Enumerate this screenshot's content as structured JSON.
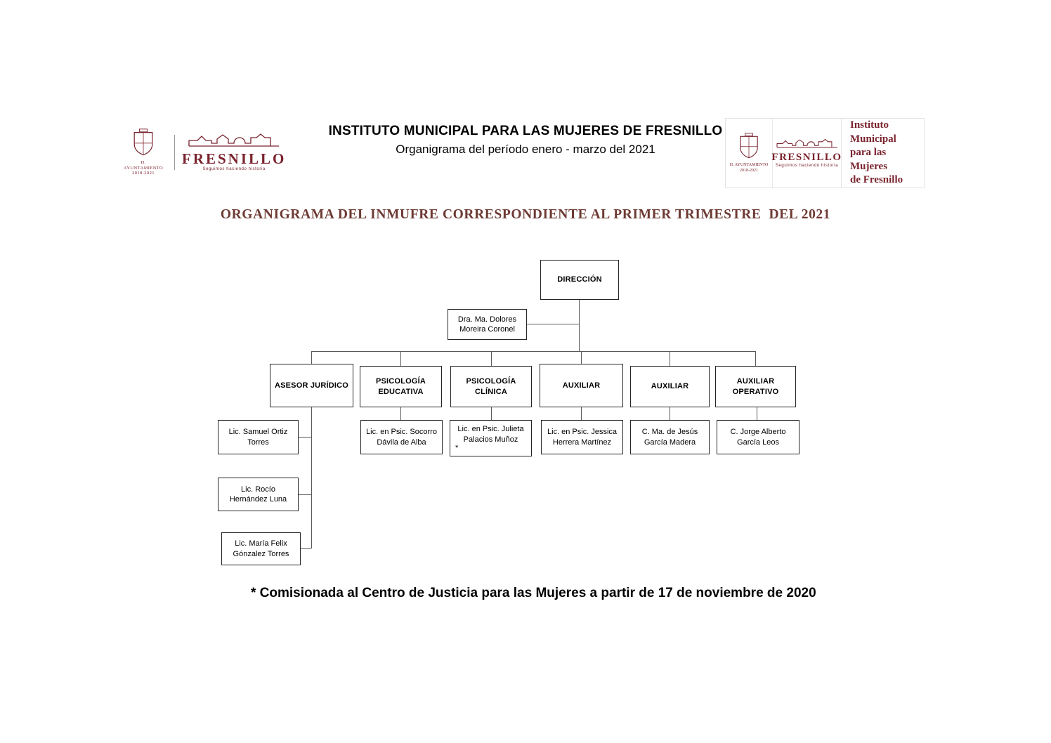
{
  "header": {
    "title": "INSTITUTO MUNICIPAL PARA LAS MUJERES DE FRESNILLO",
    "subtitle": "Organigrama del período enero - marzo del 2021"
  },
  "logos": {
    "ayuntamiento": {
      "line1": "H. AYUNTAMIENTO",
      "line2": "2018-2021"
    },
    "fresnillo": {
      "name": "FRESNILLO",
      "tagline": "Seguimos haciendo historia"
    },
    "institute_block": {
      "line1": "Instituto Municipal",
      "line2": "para las Mujeres",
      "line3": "de Fresnillo"
    }
  },
  "section_title": "ORGANIGRAMA DEL INMUFRE CORRESPONDIENTE AL PRIMER TRIMESTRE  DEL 2021",
  "org": {
    "direccion": {
      "title": "DIRECCIÓN",
      "head": "Dra. Ma. Dolores Moreira Coronel"
    },
    "departments": [
      {
        "title": "ASESOR JURÍDICO",
        "staff": [
          "Lic. Samuel Ortiz Torres",
          "Lic. Rocío Hernández Luna",
          "Lic. María Felix Gónzalez Torres"
        ]
      },
      {
        "title": "PSICOLOGÍA EDUCATIVA",
        "staff": [
          "Lic. en Psic. Socorro Dávila de Alba"
        ]
      },
      {
        "title": "PSICOLOGÍA CLÍNICA",
        "staff": [
          "Lic. en Psic. Julieta Palacios Muñoz"
        ],
        "staff_marker": "*"
      },
      {
        "title": "AUXILIAR",
        "staff": [
          "Lic. en Psic. Jessica Herrera Martínez"
        ]
      },
      {
        "title": "AUXILIAR",
        "staff": [
          "C. Ma. de Jesús García Madera"
        ]
      },
      {
        "title": "AUXILIAR OPERATIVO",
        "staff": [
          "C. Jorge Alberto García Leos"
        ]
      }
    ]
  },
  "footnote": "* Comisionada al Centro de Justicia para las Mujeres a partir de 17 de noviembre de 2020",
  "colors": {
    "brand_maroon": "#7a232e",
    "section_title_color": "#6d3a33"
  }
}
